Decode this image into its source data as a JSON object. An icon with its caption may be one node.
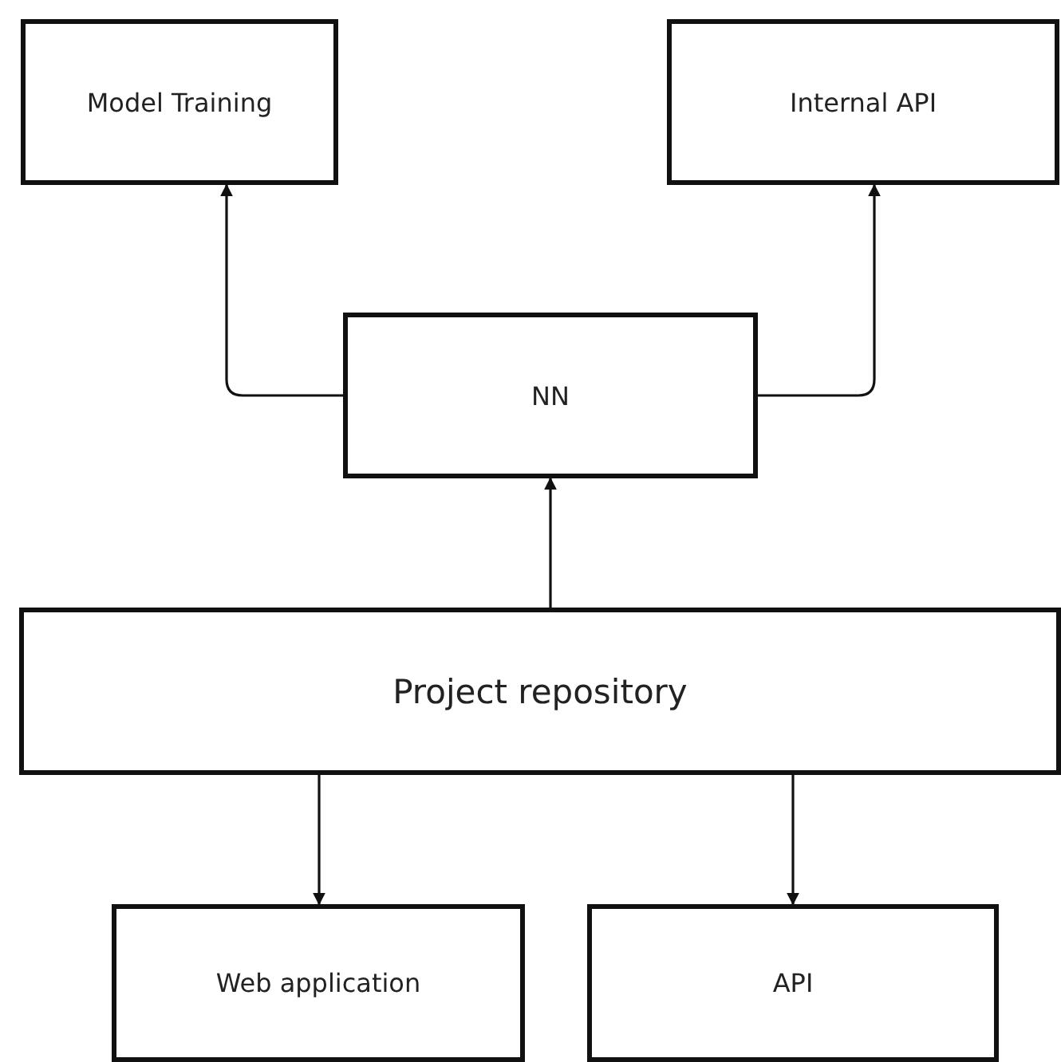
{
  "diagram": {
    "nodes": [
      {
        "text": [
          "Model Training"
        ]
      },
      {
        "text": [
          "Internal API"
        ]
      },
      {
        "text": [
          "NN"
        ]
      },
      {
        "text": [
          "Project repository"
        ]
      },
      {
        "text": [
          "Web application"
        ]
      },
      {
        "text": [
          "API"
        ]
      }
    ],
    "edges": [
      {
        "from": 2,
        "to": 0,
        "arrow": "to"
      },
      {
        "from": 2,
        "to": 1,
        "arrow": "to"
      },
      {
        "from": 3,
        "to": 2,
        "arrow": "to"
      },
      {
        "from": 3,
        "to": 4,
        "arrow": "to"
      },
      {
        "from": 3,
        "to": 5,
        "arrow": "to"
      }
    ]
  }
}
